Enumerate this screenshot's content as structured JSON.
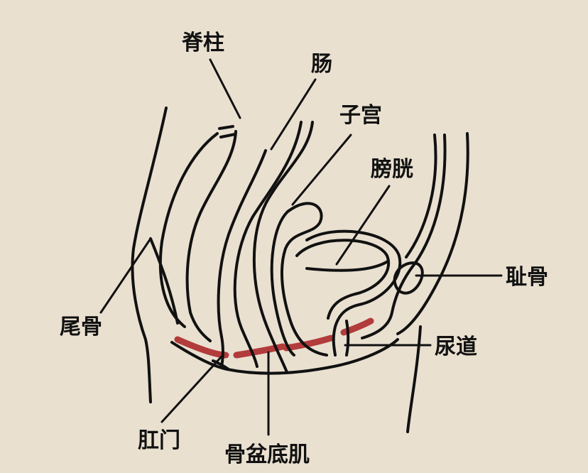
{
  "labels": {
    "spine": "脊柱",
    "intestine": "肠",
    "uterus": "子宫",
    "bladder": "膀胱",
    "pubic_bone": "耻骨",
    "urethra": "尿道",
    "coccyx": "尾骨",
    "anus": "肛门",
    "pelvic_floor": "骨盆底肌"
  },
  "colors": {
    "background": "#e9e0d0",
    "outline": "#111111",
    "pelvic_floor_muscle": "#b23b3b"
  }
}
